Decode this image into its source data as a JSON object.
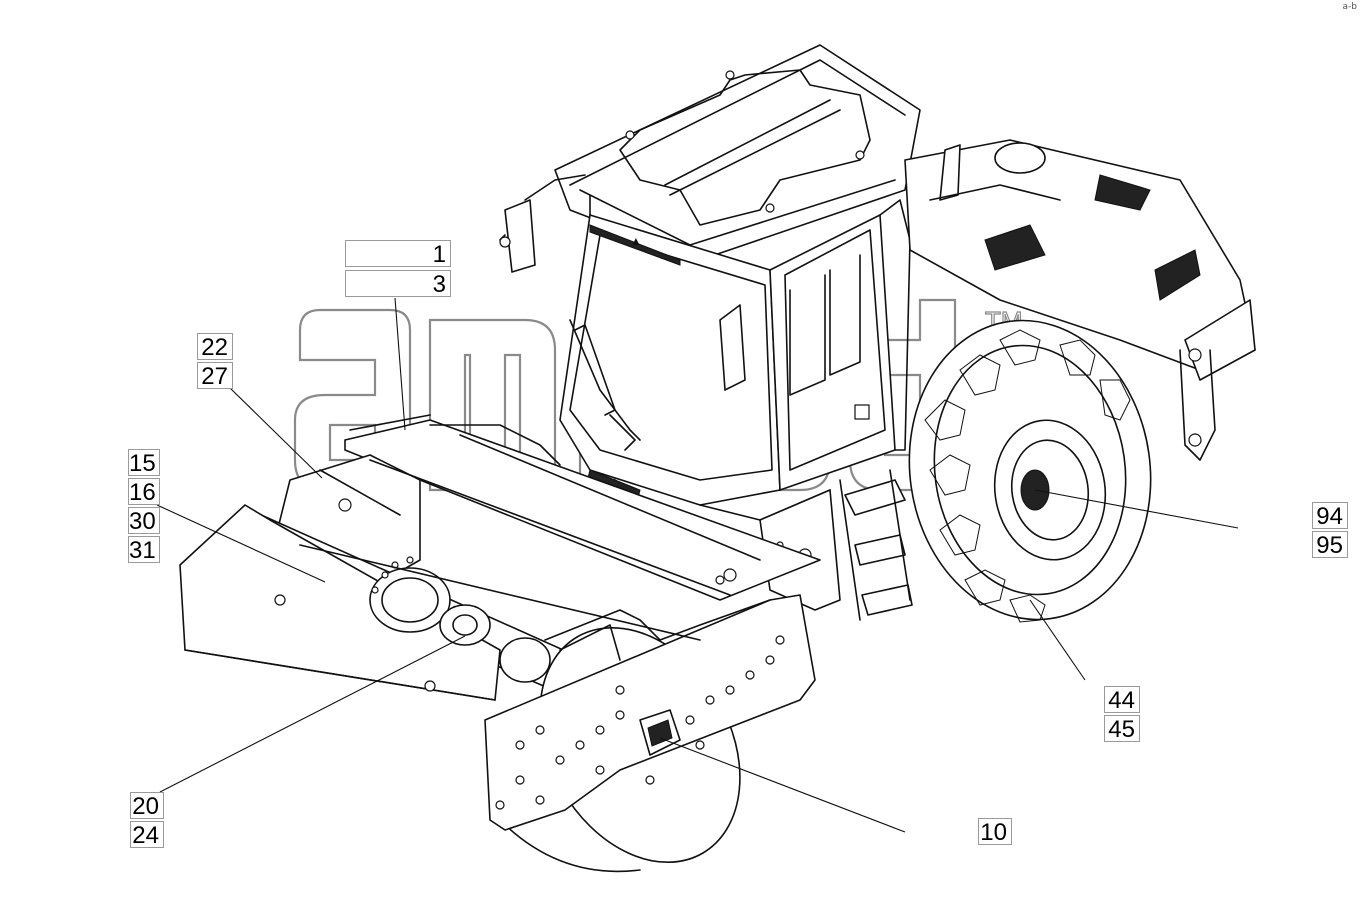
{
  "callouts": [
    {
      "id": "c1",
      "label": "1"
    },
    {
      "id": "c3",
      "label": "3"
    },
    {
      "id": "c22",
      "label": "22"
    },
    {
      "id": "c27",
      "label": "27"
    },
    {
      "id": "c15",
      "label": "15"
    },
    {
      "id": "c16",
      "label": "16"
    },
    {
      "id": "c30",
      "label": "30"
    },
    {
      "id": "c31",
      "label": "31"
    },
    {
      "id": "c94",
      "label": "94"
    },
    {
      "id": "c95",
      "label": "95"
    },
    {
      "id": "c44",
      "label": "44"
    },
    {
      "id": "c45",
      "label": "45"
    },
    {
      "id": "c20",
      "label": "20"
    },
    {
      "id": "c24",
      "label": "24"
    },
    {
      "id": "c10",
      "label": "10"
    }
  ],
  "watermark": {
    "text": "amkodor",
    "trademark": "TM"
  },
  "corner_mark": "a-b"
}
